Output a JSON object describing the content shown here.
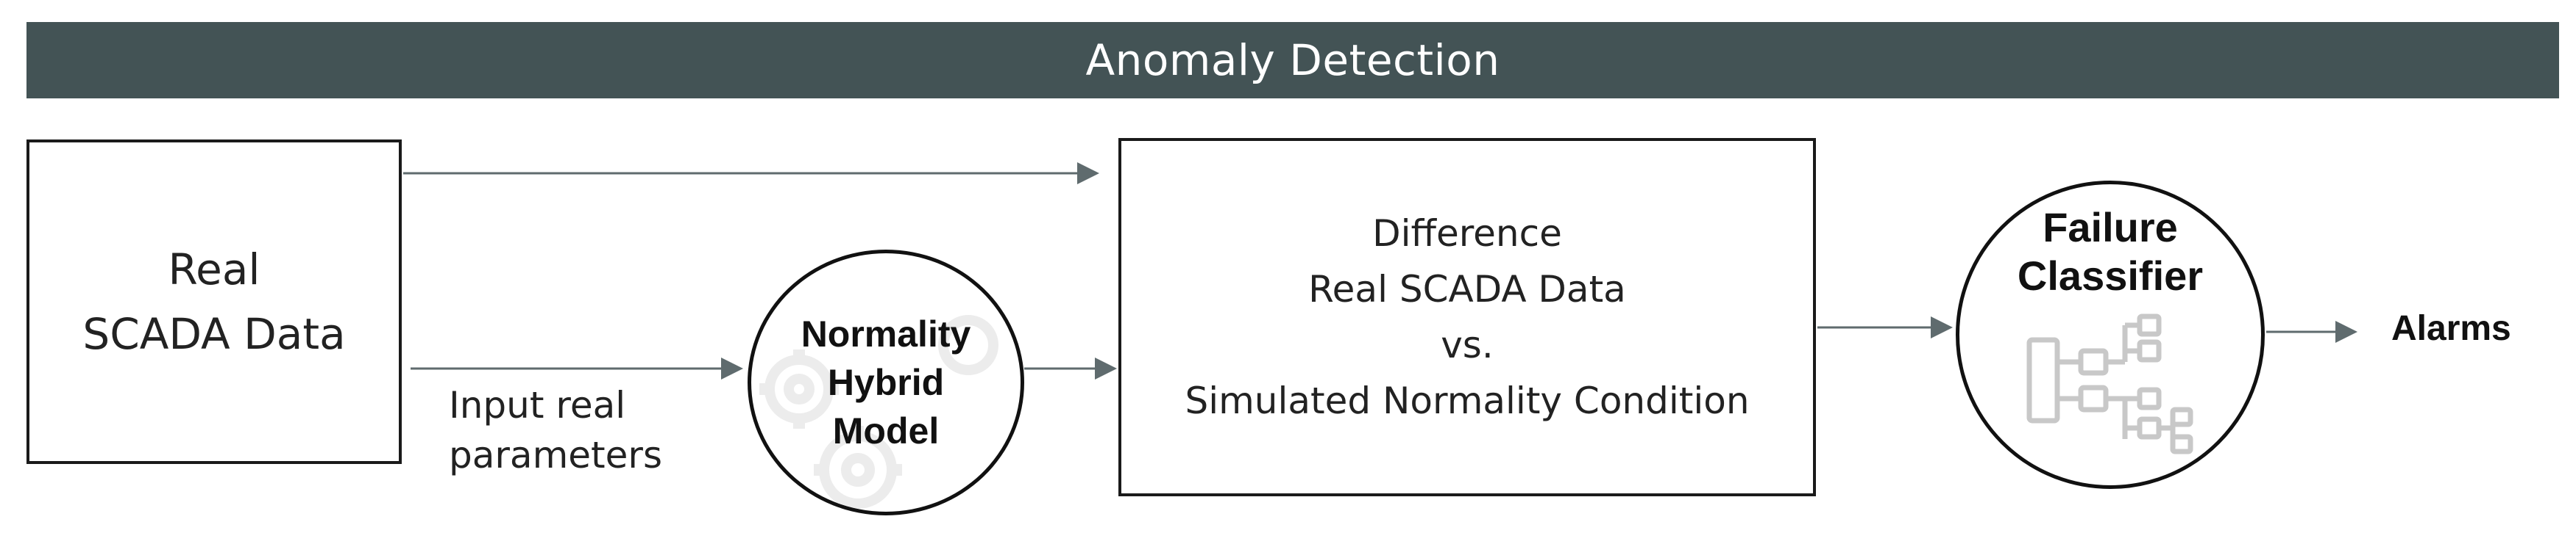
{
  "header": {
    "title": "Anomaly Detection",
    "background_color": "#435355"
  },
  "nodes": {
    "real_data": {
      "lines": [
        "Real",
        "SCADA Data"
      ]
    },
    "normality_model": {
      "lines": [
        "Normality",
        "Hybrid",
        "Model"
      ],
      "icon": "gears-icon"
    },
    "difference": {
      "lines": [
        "Difference",
        "Real SCADA Data",
        "vs.",
        "Simulated Normality Condition"
      ]
    },
    "failure_classifier": {
      "lines": [
        "Failure",
        "Classifier"
      ],
      "icon": "tree-hierarchy-icon"
    }
  },
  "edge_labels": {
    "input_params": [
      "Input real",
      "parameters"
    ],
    "output": "Alarms"
  },
  "colors": {
    "arrow": "#5f6b6e",
    "border": "#1a1a1a",
    "icon_gray": "#c8c8c8"
  }
}
